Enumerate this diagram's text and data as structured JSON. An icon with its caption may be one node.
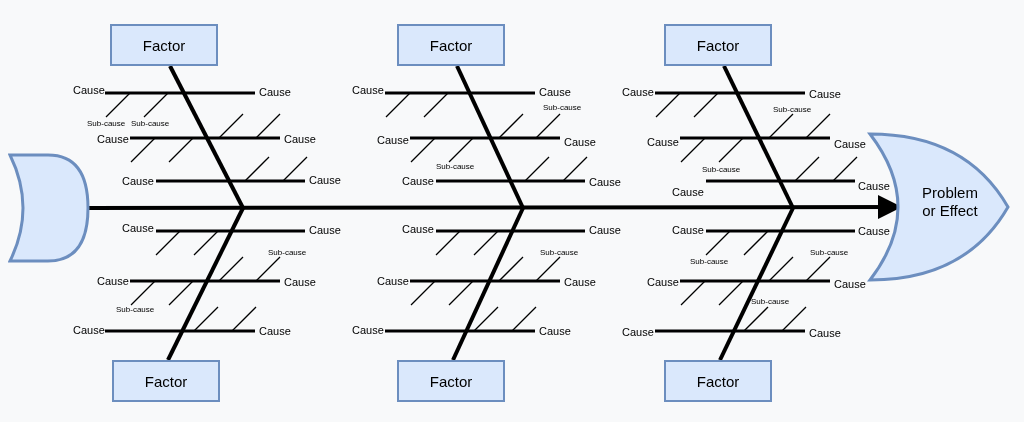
{
  "diagram": {
    "nodes": [
      {
        "text": [
          "Factor"
        ]
      },
      {
        "text": [
          "Factor"
        ]
      },
      {
        "text": [
          "Factor"
        ]
      },
      {
        "text": [],
        "shape": "tail"
      },
      {
        "text": [
          "Problem or Effect"
        ]
      },
      {
        "text": [
          "Factor"
        ]
      },
      {
        "text": [
          "Factor"
        ]
      },
      {
        "text": [
          "Factor"
        ]
      }
    ],
    "edges": [
      {
        "from": 3,
        "to": 4,
        "arrow": "to"
      },
      {
        "from": 0,
        "to": null,
        "arrow": "none"
      },
      {
        "from": 5,
        "to": null,
        "arrow": "none"
      },
      {
        "from": 1,
        "to": null,
        "arrow": "none"
      },
      {
        "from": 6,
        "to": null,
        "arrow": "none"
      },
      {
        "from": 2,
        "to": null,
        "arrow": "none"
      },
      {
        "from": 7,
        "to": null,
        "arrow": "none"
      }
    ],
    "labels": [
      "Cause",
      "Cause",
      "Sub-cause",
      "Sub-cause",
      "Cause",
      "Cause",
      "Cause",
      "Cause",
      "Cause",
      "Cause",
      "Sub-cause",
      "Cause",
      "Cause",
      "Sub-cause",
      "Cause",
      "Cause",
      "Cause",
      "Cause",
      "Sub-cause",
      "Cause",
      "Cause",
      "Sub-cause",
      "Cause",
      "Cause",
      "Cause",
      "Cause",
      "Sub-cause",
      "Cause",
      "Cause",
      "Cause",
      "Cause",
      "Cause",
      "Cause",
      "Sub-cause",
      "Cause",
      "Cause",
      "Sub-cause",
      "Cause",
      "Cause",
      "Cause",
      "Cause",
      "Sub-cause",
      "Sub-cause",
      "Cause",
      "Cause",
      "Sub-cause",
      "Cause",
      "Cause"
    ]
  }
}
